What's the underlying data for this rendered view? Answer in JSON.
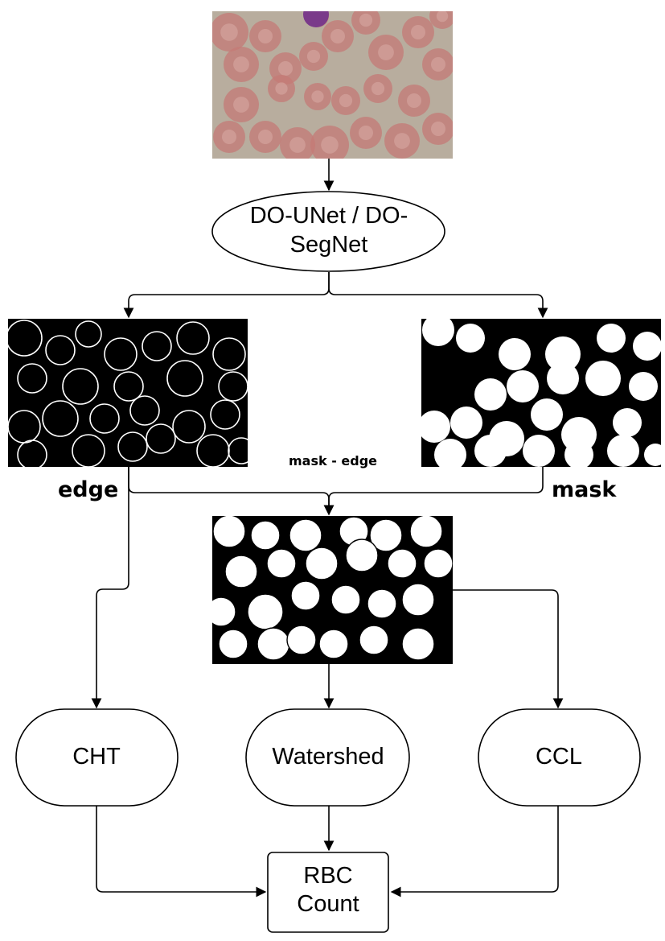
{
  "nodes": {
    "model_line1": "DO-UNet / DO-",
    "model_line2": "SegNet",
    "cht": "CHT",
    "watershed": "Watershed",
    "ccl": "CCL",
    "count_line1": "RBC",
    "count_line2": "Count"
  },
  "labels": {
    "edge": "edge",
    "mask": "mask",
    "operation": "mask - edge"
  },
  "colors": {
    "stroke": "#000000",
    "background": "#ffffff",
    "blood_bg": "#b4aa9a",
    "rbc": "#c47a75",
    "wbc": "#7a3a8a"
  }
}
